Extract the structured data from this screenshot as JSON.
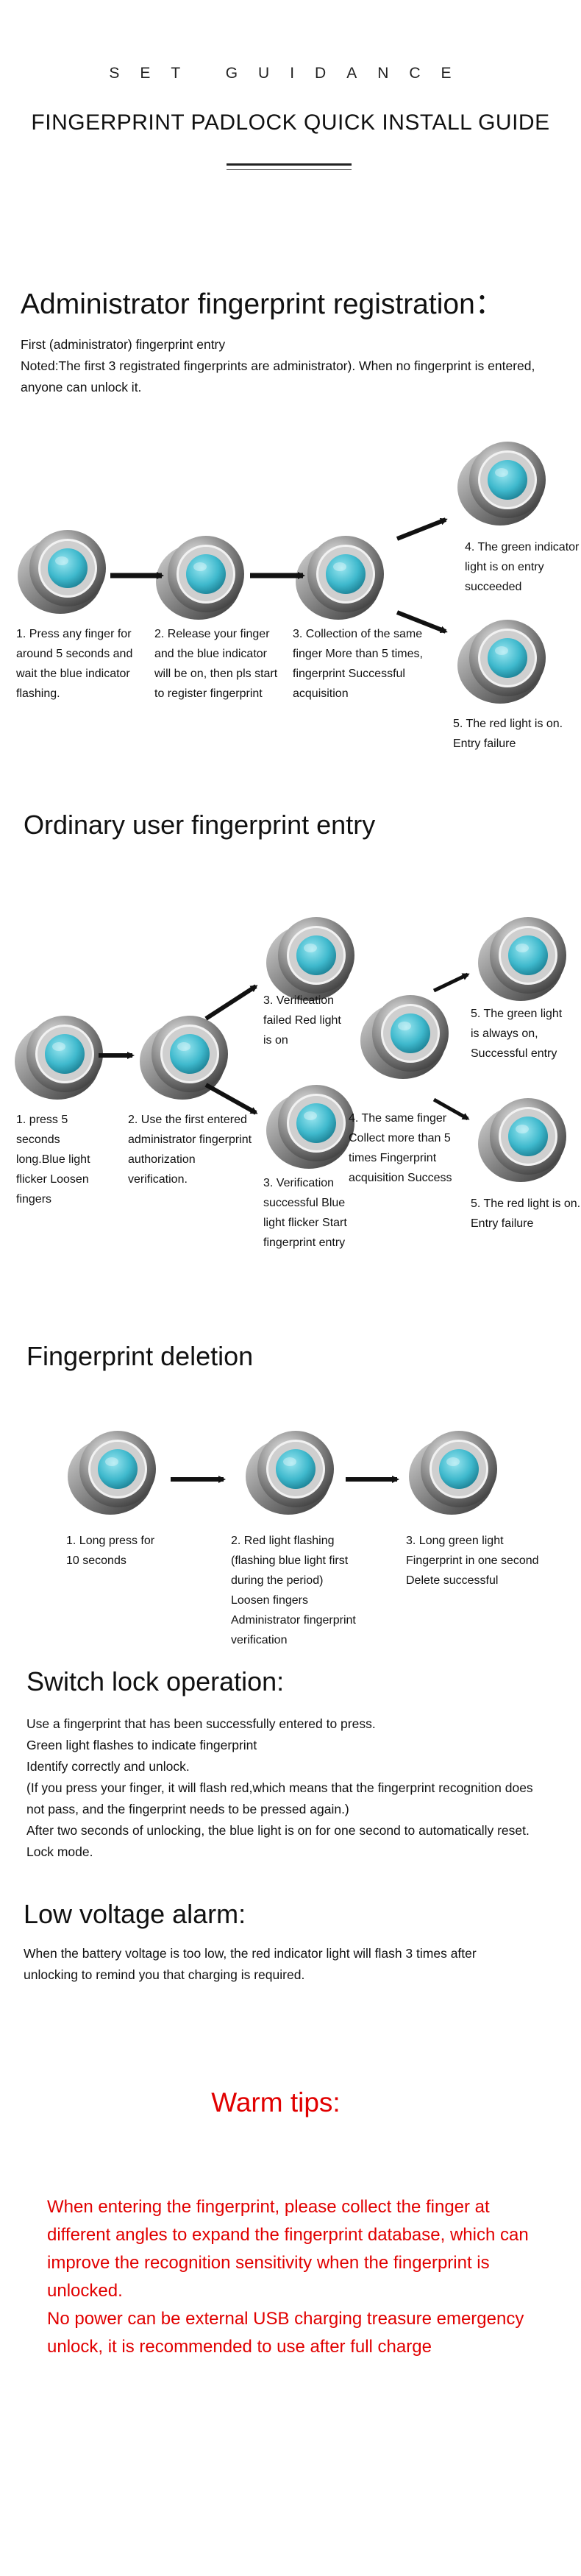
{
  "header": {
    "kicker": "SET GUIDANCE",
    "title": "FINGERPRINT PADLOCK QUICK INSTALL GUIDE"
  },
  "admin": {
    "heading": "Administrator fingerprint registration：",
    "intro_1": "First (administrator) fingerprint entry",
    "intro_2": "Noted:The first 3 registrated fingerprints are administrator). When no fingerprint is entered, anyone can unlock it.",
    "steps": [
      "1. Press any finger for around 5 seconds and wait the blue indicator flashing.",
      "2. Release your finger and the blue indicator will be on, then pls start to register fingerprint",
      "3. Collection of the same finger More than 5 times, fingerprint Successful acquisition",
      "4. The green indicator light is on entry succeeded",
      "5. The red light is on. Entry failure"
    ]
  },
  "ordinary": {
    "heading": "Ordinary user fingerprint entry",
    "steps": [
      "1. press 5 seconds long.Blue light flicker Loosen fingers",
      "2. Use the first entered administrator fingerprint authorization verification.",
      "3. Verification failed Red light is on",
      "3. Verification successful Blue light flicker Start fingerprint entry",
      "4. The same finger Collect more than 5 times Fingerprint acquisition Success",
      "5. The green light is always on, Successful entry",
      "5. The red light is on. Entry failure"
    ]
  },
  "deletion": {
    "heading": "Fingerprint deletion",
    "steps": [
      "1. Long press for 10 seconds",
      "2. Red light flashing (flashing blue light first during the period) Loosen fingers Administrator fingerprint verification",
      "3. Long green light Fingerprint in one second Delete successful"
    ]
  },
  "switch_lock": {
    "heading": "Switch lock operation:",
    "lines": [
      "Use a fingerprint that has been successfully entered to press.",
      "Green light flashes to indicate fingerprint",
      "Identify correctly and unlock.",
      "(If you press your finger, it will flash red,which means that the fingerprint recognition does not pass, and the fingerprint needs to be pressed again.)",
      "After two seconds of unlocking, the blue light is on for one second to automatically reset. Lock mode."
    ]
  },
  "low_voltage": {
    "heading": "Low voltage alarm:",
    "text": "When the battery voltage is too low, the red indicator light will flash 3 times after unlocking to remind you that charging is required."
  },
  "warm_tips": {
    "heading": "Warm tips:",
    "tip_1": "When entering the fingerprint, please collect the finger at different angles to expand the fingerprint database, which can improve the recognition sensitivity when the fingerprint is unlocked.",
    "tip_2": "No power can be external USB charging treasure emergency unlock, it is recommended to use after full charge"
  },
  "colors": {
    "sensor": "#3fb9cd",
    "warm_tips_red": "#e10000"
  },
  "icons": [
    "fingerprint-sensor-icon",
    "arrow-right-icon",
    "arrow-up-right-icon",
    "arrow-down-right-icon"
  ]
}
